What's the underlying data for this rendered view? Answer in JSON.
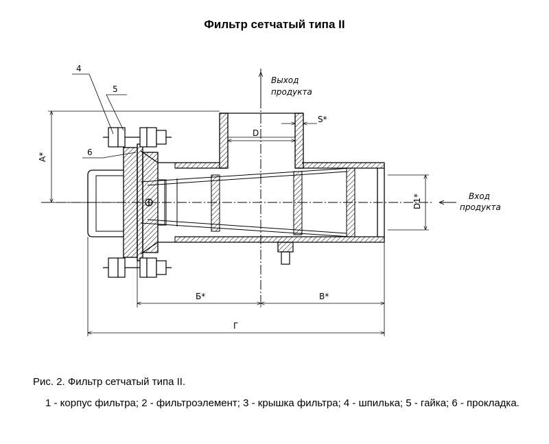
{
  "title": "Фильтр сетчатый типа II",
  "labels": {
    "outlet_line1": "Выход",
    "outlet_line2": "продукта",
    "inlet_line1": "Вход",
    "inlet_line2": "продукта",
    "dim_A": "А*",
    "dim_D": "D",
    "dim_S": "S*",
    "dim_D1": "D1*",
    "dim_B": "Б*",
    "dim_V": "В*",
    "dim_G": "Г",
    "part_4": "4",
    "part_5": "5",
    "part_6": "6"
  },
  "caption": "Рис. 2. Фильтр сетчатый типа II.",
  "legend": "1 - корпус фильтра; 2 - фильтроэлемент; 3 - крышка фильтра; 4 - шпилька; 5 - гайка;  6 - прокладка."
}
